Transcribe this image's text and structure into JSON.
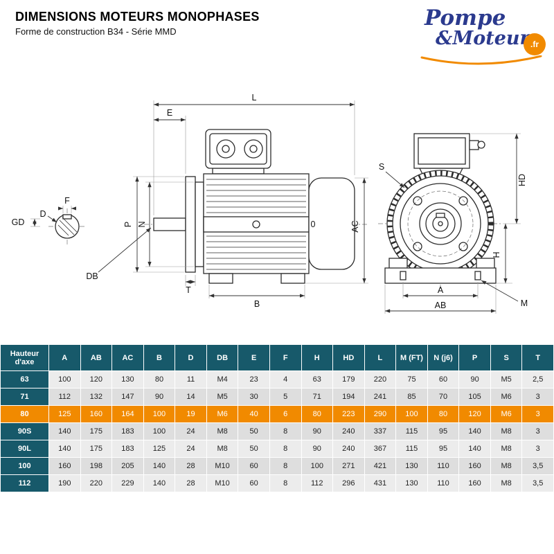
{
  "header": {
    "title": "DIMENSIONS MOTEURS MONOPHASES",
    "subtitle": "Forme de construction B34 - Série MMD"
  },
  "logo": {
    "pompe": "Pompe",
    "moteur": "&Moteur",
    "fr": ".fr"
  },
  "colors": {
    "accent": "#F18A00",
    "logo_blue": "#2B3A8E",
    "table_header_bg": "#17596A",
    "highlight_bg": "#F18A00",
    "row_even": "#ECECEC",
    "row_odd": "#DEDEDE"
  },
  "diagram": {
    "labels": {
      "L": "L",
      "E": "E",
      "P": "P",
      "N": "N",
      "F": "F",
      "D": "D",
      "GD": "GD",
      "DB": "DB",
      "T": "T",
      "B": "B",
      "AC": "AC",
      "O": "0",
      "S": "S",
      "HD": "HD",
      "H": "H",
      "A": "A",
      "AB": "AB",
      "M": "M"
    }
  },
  "table": {
    "columns": [
      "Hauteur d'axe",
      "A",
      "AB",
      "AC",
      "B",
      "D",
      "DB",
      "E",
      "F",
      "H",
      "HD",
      "L",
      "M (FT)",
      "N (j6)",
      "P",
      "S",
      "T"
    ],
    "rows": [
      {
        "cells": [
          "63",
          "100",
          "120",
          "130",
          "80",
          "11",
          "M4",
          "23",
          "4",
          "63",
          "179",
          "220",
          "75",
          "60",
          "90",
          "M5",
          "2,5"
        ],
        "highlight": false
      },
      {
        "cells": [
          "71",
          "112",
          "132",
          "147",
          "90",
          "14",
          "M5",
          "30",
          "5",
          "71",
          "194",
          "241",
          "85",
          "70",
          "105",
          "M6",
          "3"
        ],
        "highlight": false
      },
      {
        "cells": [
          "80",
          "125",
          "160",
          "164",
          "100",
          "19",
          "M6",
          "40",
          "6",
          "80",
          "223",
          "290",
          "100",
          "80",
          "120",
          "M6",
          "3"
        ],
        "highlight": true
      },
      {
        "cells": [
          "90S",
          "140",
          "175",
          "183",
          "100",
          "24",
          "M8",
          "50",
          "8",
          "90",
          "240",
          "337",
          "115",
          "95",
          "140",
          "M8",
          "3"
        ],
        "highlight": false
      },
      {
        "cells": [
          "90L",
          "140",
          "175",
          "183",
          "125",
          "24",
          "M8",
          "50",
          "8",
          "90",
          "240",
          "367",
          "115",
          "95",
          "140",
          "M8",
          "3"
        ],
        "highlight": false
      },
      {
        "cells": [
          "100",
          "160",
          "198",
          "205",
          "140",
          "28",
          "M10",
          "60",
          "8",
          "100",
          "271",
          "421",
          "130",
          "110",
          "160",
          "M8",
          "3,5"
        ],
        "highlight": false
      },
      {
        "cells": [
          "112",
          "190",
          "220",
          "229",
          "140",
          "28",
          "M10",
          "60",
          "8",
          "112",
          "296",
          "431",
          "130",
          "110",
          "160",
          "M8",
          "3,5"
        ],
        "highlight": false
      }
    ]
  }
}
